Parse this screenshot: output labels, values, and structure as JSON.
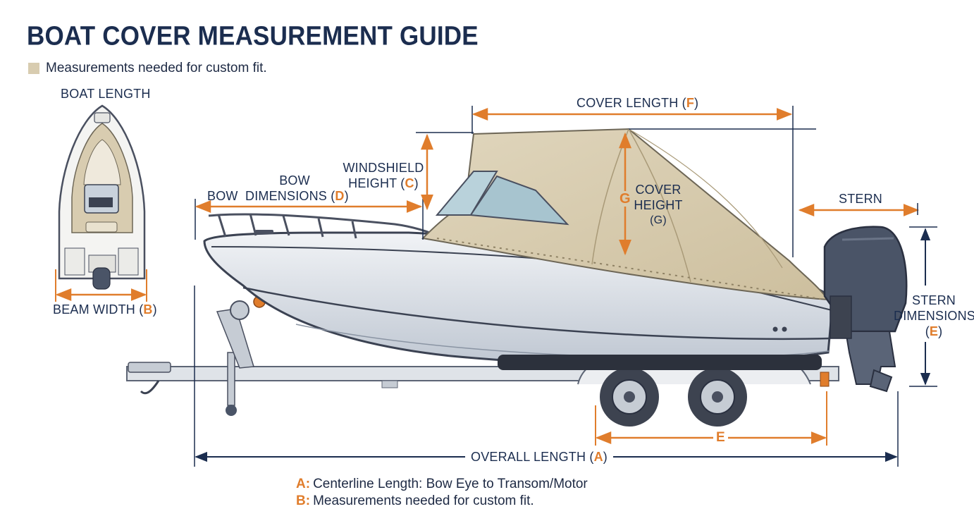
{
  "title": "BOAT COVER MEASUREMENT GUIDE",
  "subtitle": "Measurements needed for custom fit.",
  "colors": {
    "accent": "#e07d2c",
    "navy": "#1b2d4f",
    "cover": "#d8ccb0",
    "hull": "#dfe4ea",
    "motor": "#4a5467"
  },
  "labels": {
    "boat_length": "BOAT LENGTH",
    "beam_width": "BEAM WIDTH (",
    "beam_width_key": "B",
    "bow": "BOW",
    "bow_dim_line1": "BOW",
    "bow_dim_line2": "DIMENSIONS (",
    "bow_dim_key": "D",
    "windshield_line1": "WINDSHIELD",
    "windshield_line2": "HEIGHT (",
    "windshield_key": "C",
    "cover_length": "COVER LENGTH (",
    "cover_length_key": "F",
    "cover_height_key": "G",
    "cover_height_line1": "COVER",
    "cover_height_line2": "HEIGHT",
    "cover_height_line3": "(G)",
    "stern": "STERN",
    "stern_dim_line1": "STERN",
    "stern_dim_line2": "DIMENSIONS",
    "stern_dim_line3": "E",
    "axle_key": "E",
    "overall_length": "OVERALL LENGTH (",
    "overall_length_key": "A",
    "close_paren": ")",
    "open_paren": "(",
    "close_paren_stern": ")"
  },
  "legend": [
    {
      "key": "A:",
      "text": "Centerline Length: Bow Eye to Transom/Motor"
    },
    {
      "key": "B:",
      "text": "Measurements needed for custom fit."
    }
  ]
}
